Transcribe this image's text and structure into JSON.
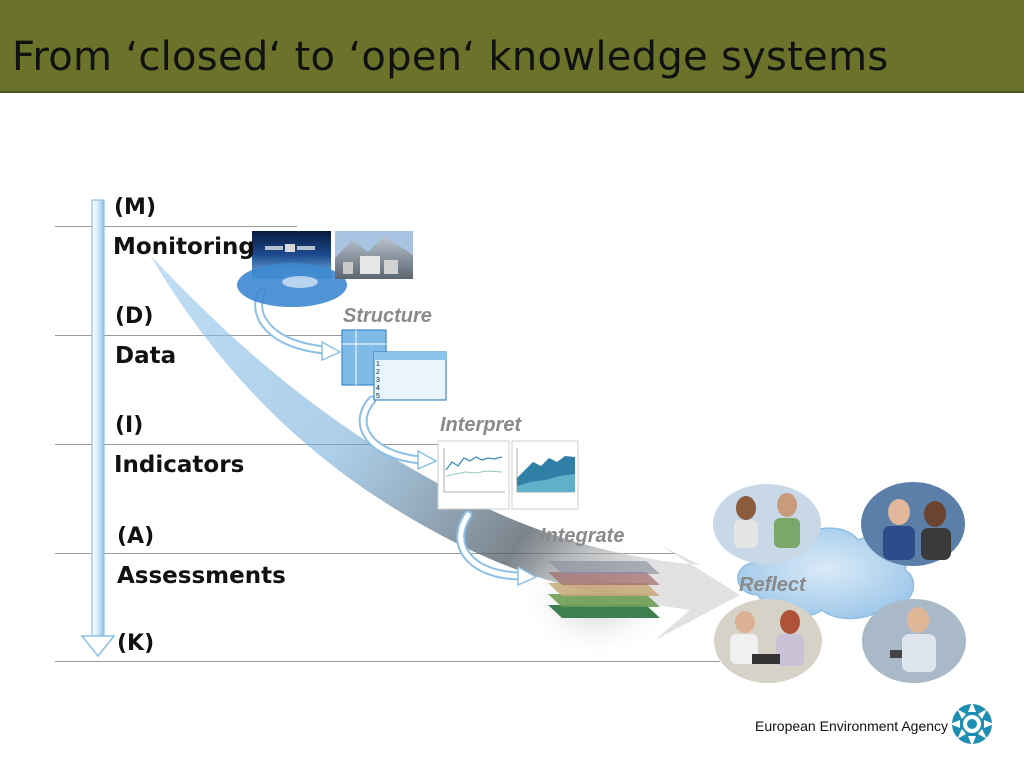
{
  "slide": {
    "title": "From ‘closed‘ to ‘open‘ knowledge systems"
  },
  "levels": [
    {
      "code": "(M)",
      "label": "Monitoring"
    },
    {
      "code": "(D)",
      "label": "Data"
    },
    {
      "code": "(I)",
      "label": "Indicators"
    },
    {
      "code": "(A)",
      "label": "Assessments"
    },
    {
      "code": "(K)",
      "label": ""
    }
  ],
  "steps": {
    "structure": "Structure",
    "interpret": "Interpret",
    "integrate": "Integrate",
    "reflect": "Reflect"
  },
  "table_rows": [
    "1",
    "2",
    "3",
    "4",
    "5"
  ],
  "footer": {
    "organization": "European Environment Agency"
  },
  "colors": {
    "title_bar": "#6b732b",
    "arrow": "#8cc0e6",
    "cloud": "#b4d4ef",
    "logo": "#1e8fb3"
  }
}
